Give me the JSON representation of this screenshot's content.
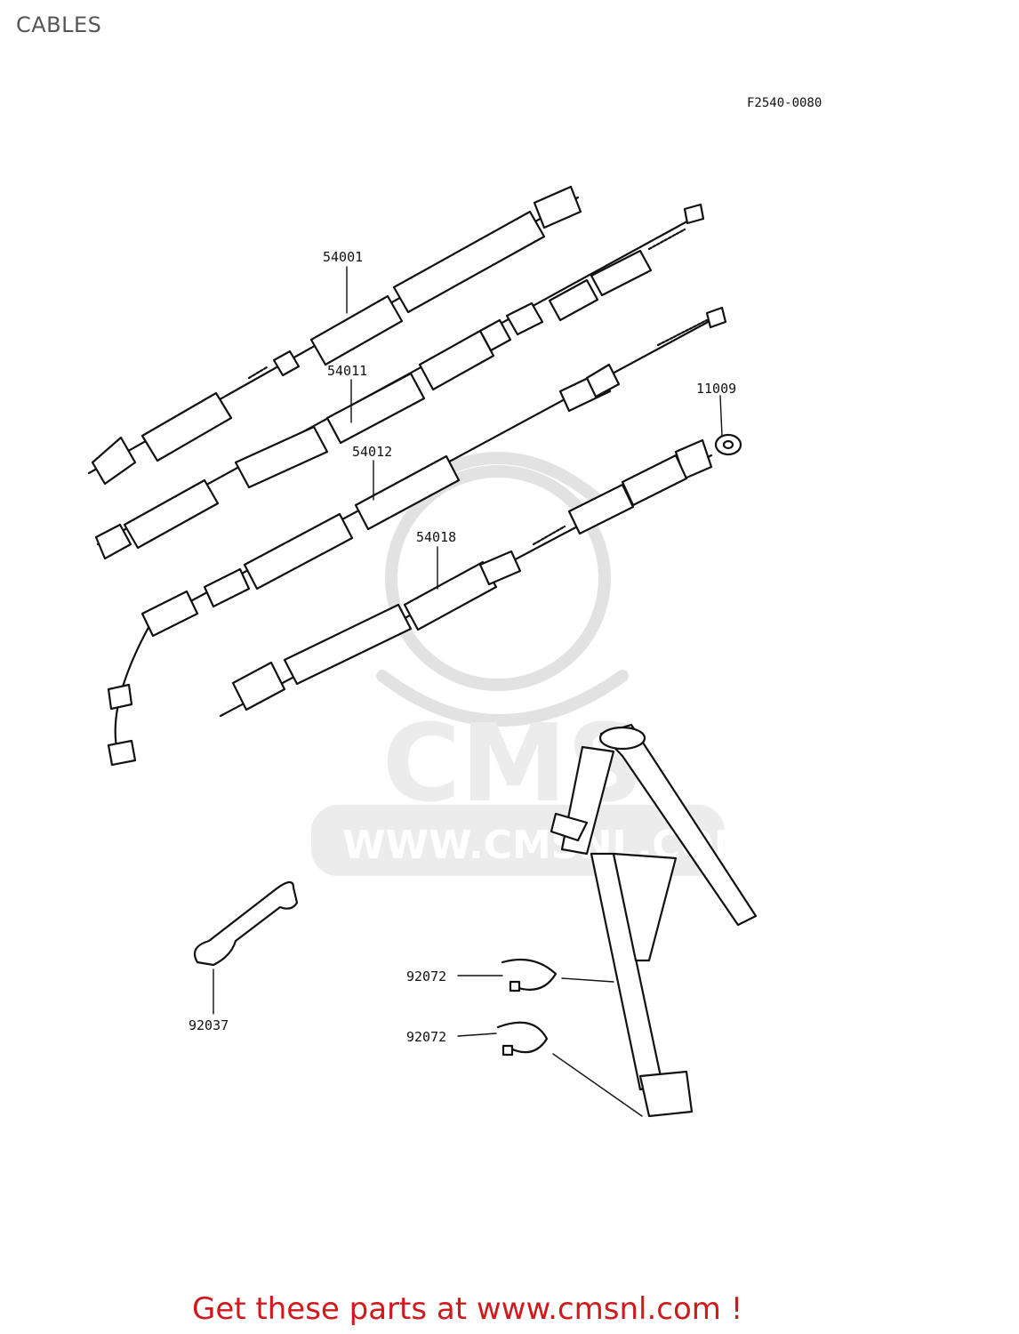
{
  "page": {
    "title": "CABLES"
  },
  "diagram": {
    "code": "F2540-0080"
  },
  "watermark": {
    "logo": "CMS",
    "url": "WWW.CMSNL.COM"
  },
  "parts": [
    {
      "number": "54001"
    },
    {
      "number": "54011"
    },
    {
      "number": "54012"
    },
    {
      "number": "11009"
    },
    {
      "number": "54018"
    },
    {
      "number": "92072"
    },
    {
      "number": "92072"
    },
    {
      "number": "92037"
    }
  ],
  "footer": {
    "promo": "Get these parts at www.cmsnl.com !"
  }
}
